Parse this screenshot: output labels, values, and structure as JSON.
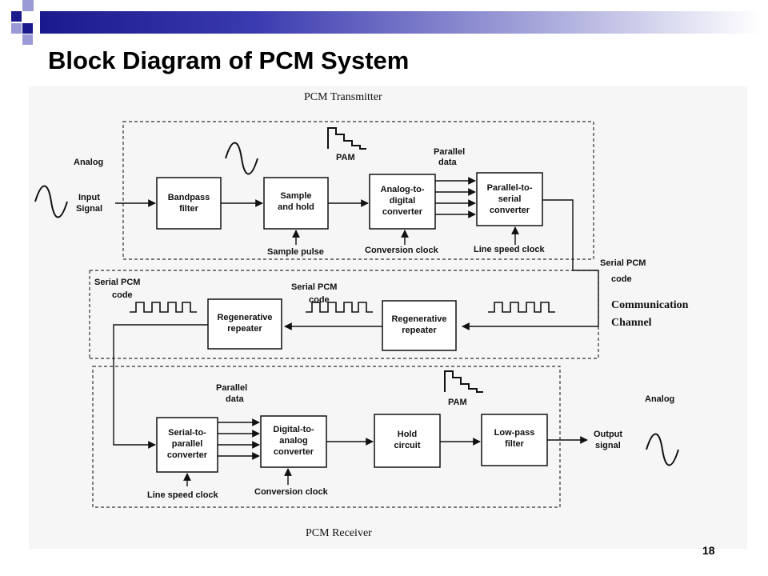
{
  "slide": {
    "title": "Block Diagram of PCM System",
    "page_number": "18"
  },
  "diagram": {
    "transmitter_label": "PCM Transmitter",
    "receiver_label": "PCM Receiver",
    "channel": {
      "line1": "Communication",
      "line2": "Channel"
    },
    "tx": {
      "analog": "Analog",
      "input_signal": [
        "Input",
        "Signal"
      ],
      "pam": "PAM",
      "parallel_data": [
        "Parallel",
        "data"
      ],
      "bandpass": [
        "Bandpass",
        "filter"
      ],
      "sample_hold": [
        "Sample",
        "and hold"
      ],
      "adc": [
        "Analog-to-",
        "digital",
        "converter"
      ],
      "p2s": [
        "Parallel-to-",
        "serial",
        "converter"
      ],
      "sample_pulse": "Sample pulse",
      "conversion_clock": "Conversion clock",
      "line_speed_clock": "Line speed clock",
      "serial_pcm_code": [
        "Serial PCM",
        "code"
      ]
    },
    "repeaters": {
      "left_code": [
        "Serial PCM",
        "code"
      ],
      "mid_code": [
        "Serial PCM",
        "code"
      ],
      "repeater": [
        "Regenerative",
        "repeater"
      ]
    },
    "rx": {
      "parallel_data": [
        "Parallel",
        "data"
      ],
      "pam": "PAM",
      "analog": "Analog",
      "output_signal": [
        "Output",
        "signal"
      ],
      "s2p": [
        "Serial-to-",
        "parallel",
        "converter"
      ],
      "dac": [
        "Digital-to-",
        "analog",
        "converter"
      ],
      "hold": [
        "Hold",
        "circuit"
      ],
      "lpf": [
        "Low-pass",
        "filter"
      ],
      "line_speed_clock": "Line speed clock",
      "conversion_clock": "Conversion clock"
    }
  }
}
